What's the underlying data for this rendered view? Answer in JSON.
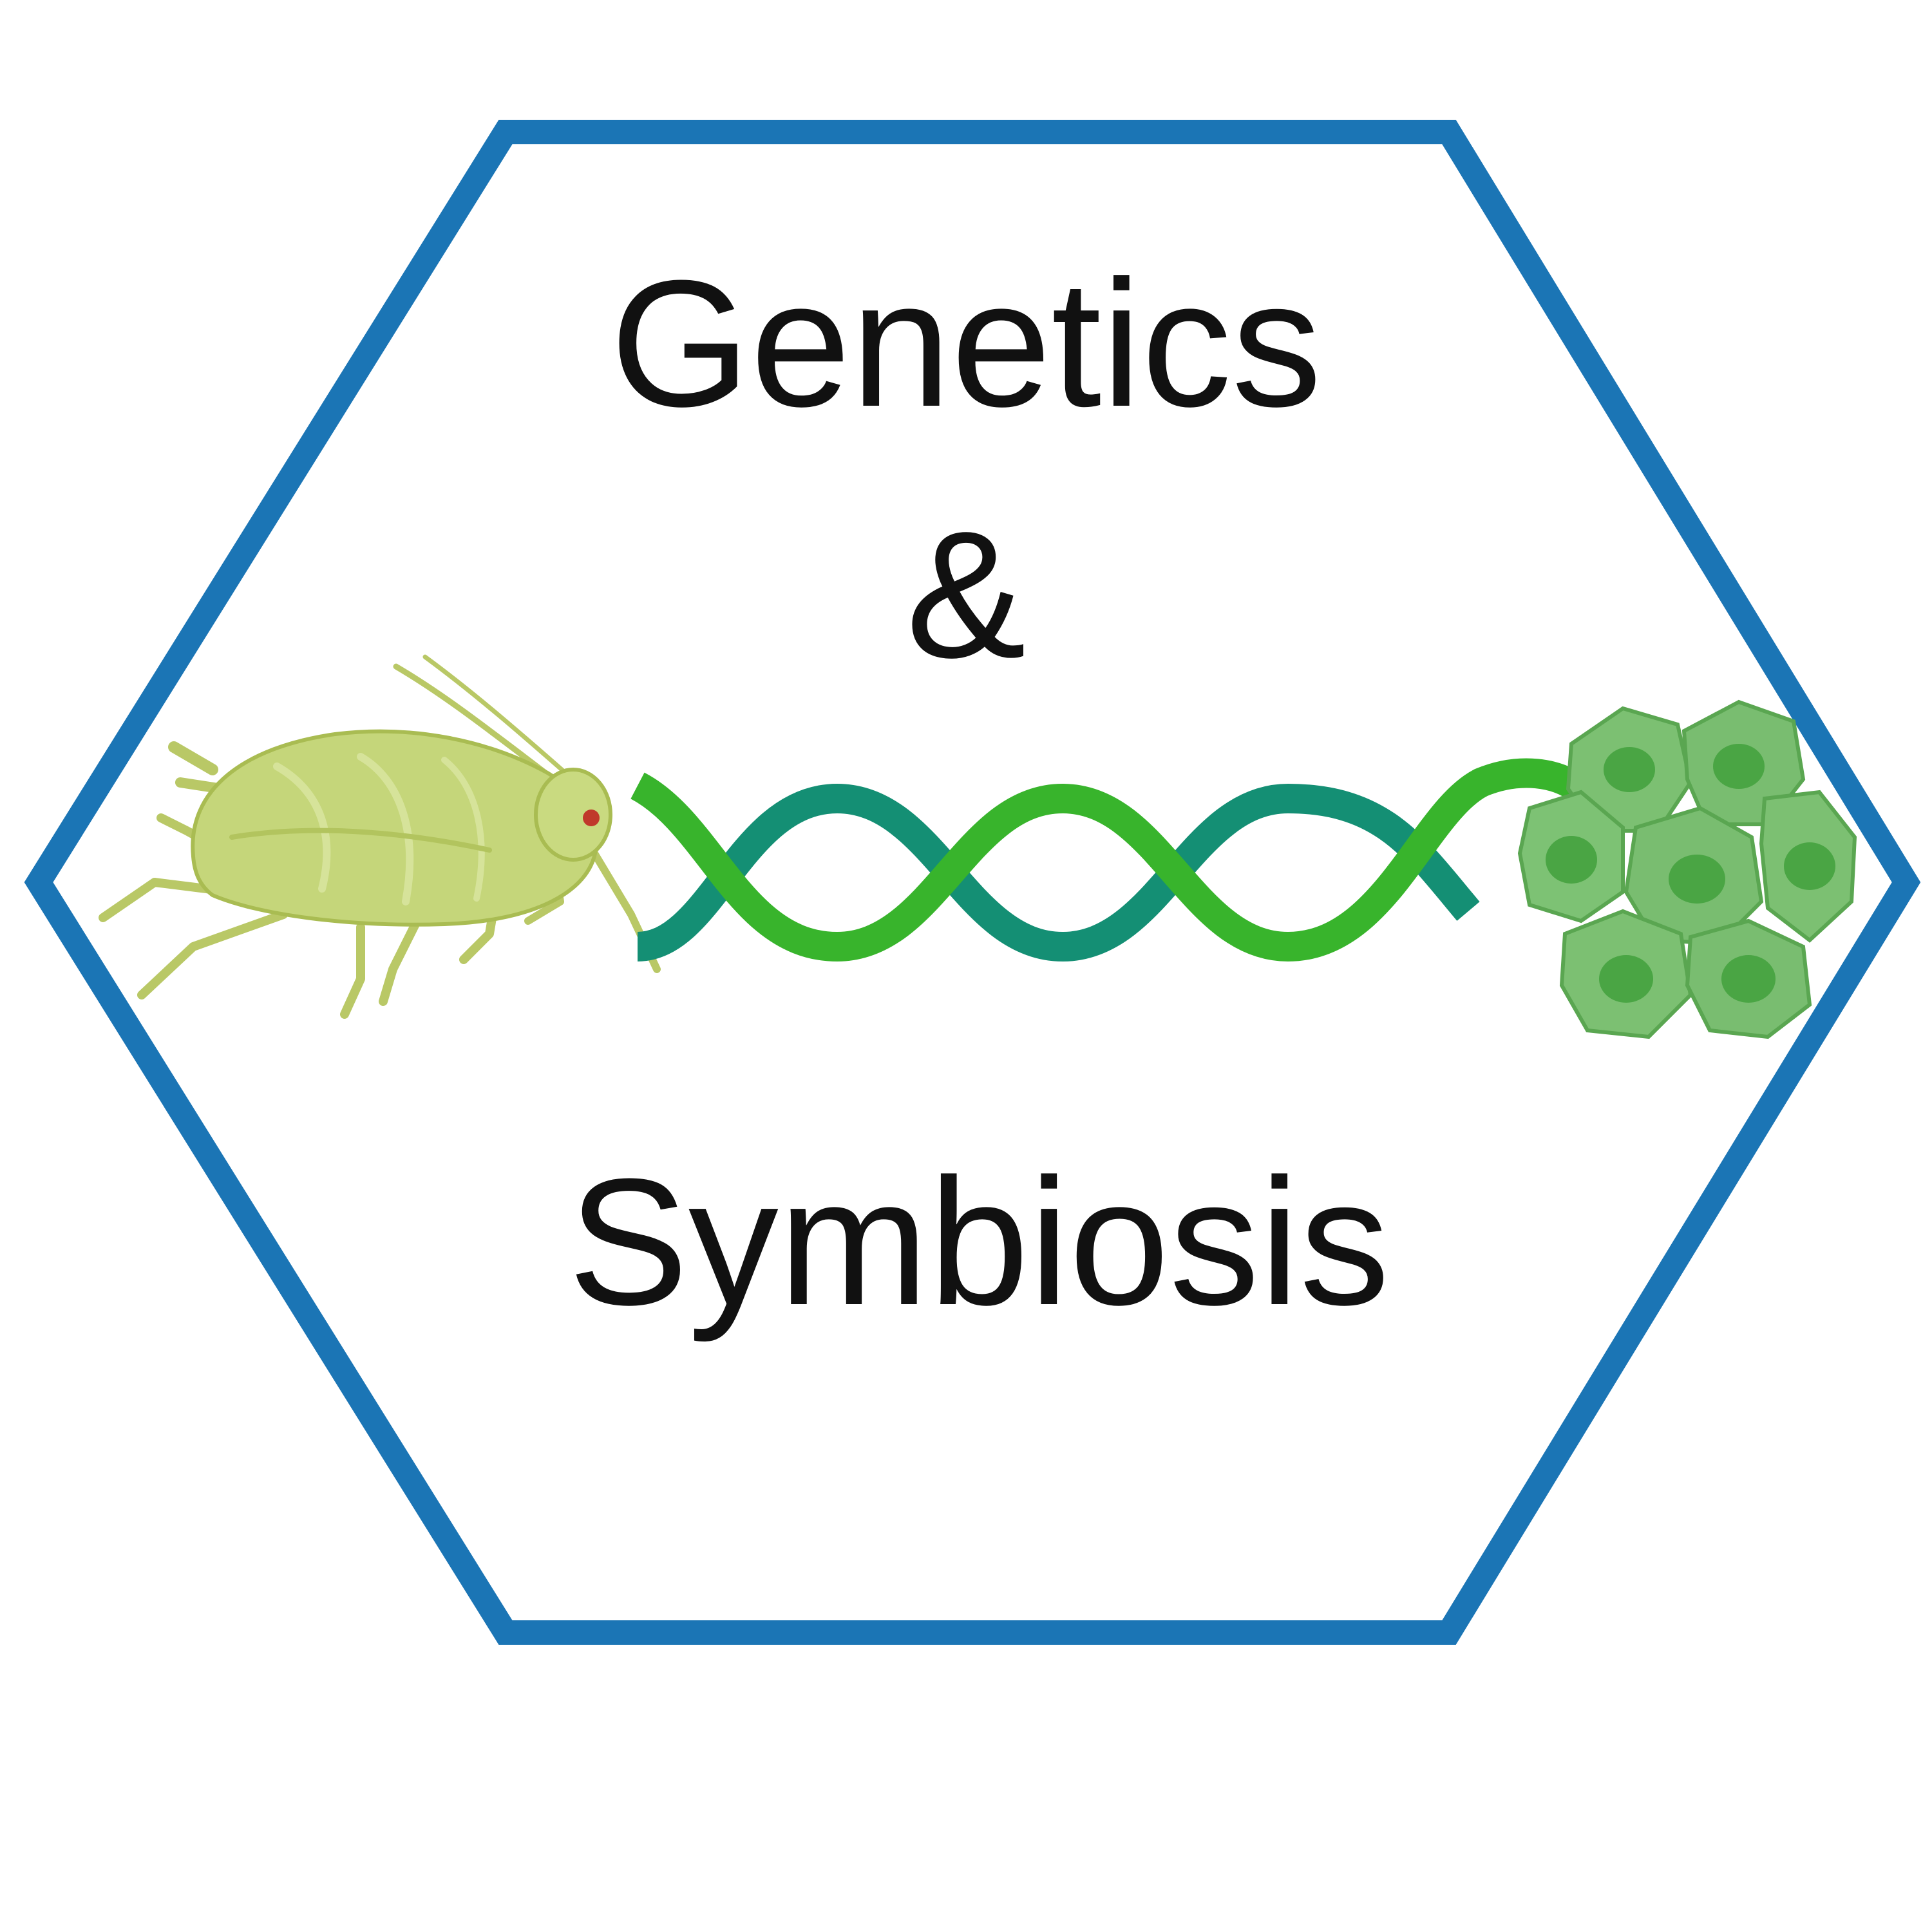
{
  "logo": {
    "line1": "Genetics",
    "line2": "&",
    "line3": "Symbiosis"
  },
  "icons": [
    "hexagon-outline",
    "aphid-icon",
    "dna-helix-icon",
    "bacteriocyte-cluster-icon"
  ],
  "colors": {
    "background": "#ffffff",
    "hexagon_stroke": "#1b75b5",
    "text": "#111111",
    "aphid_body": "#c5d67a",
    "aphid_outline": "#a9bc52",
    "dna_strand_dark": "#148f74",
    "dna_strand_light": "#38b42c",
    "cell_fill": "#79bd70",
    "cell_nucleus": "#4aa544"
  }
}
